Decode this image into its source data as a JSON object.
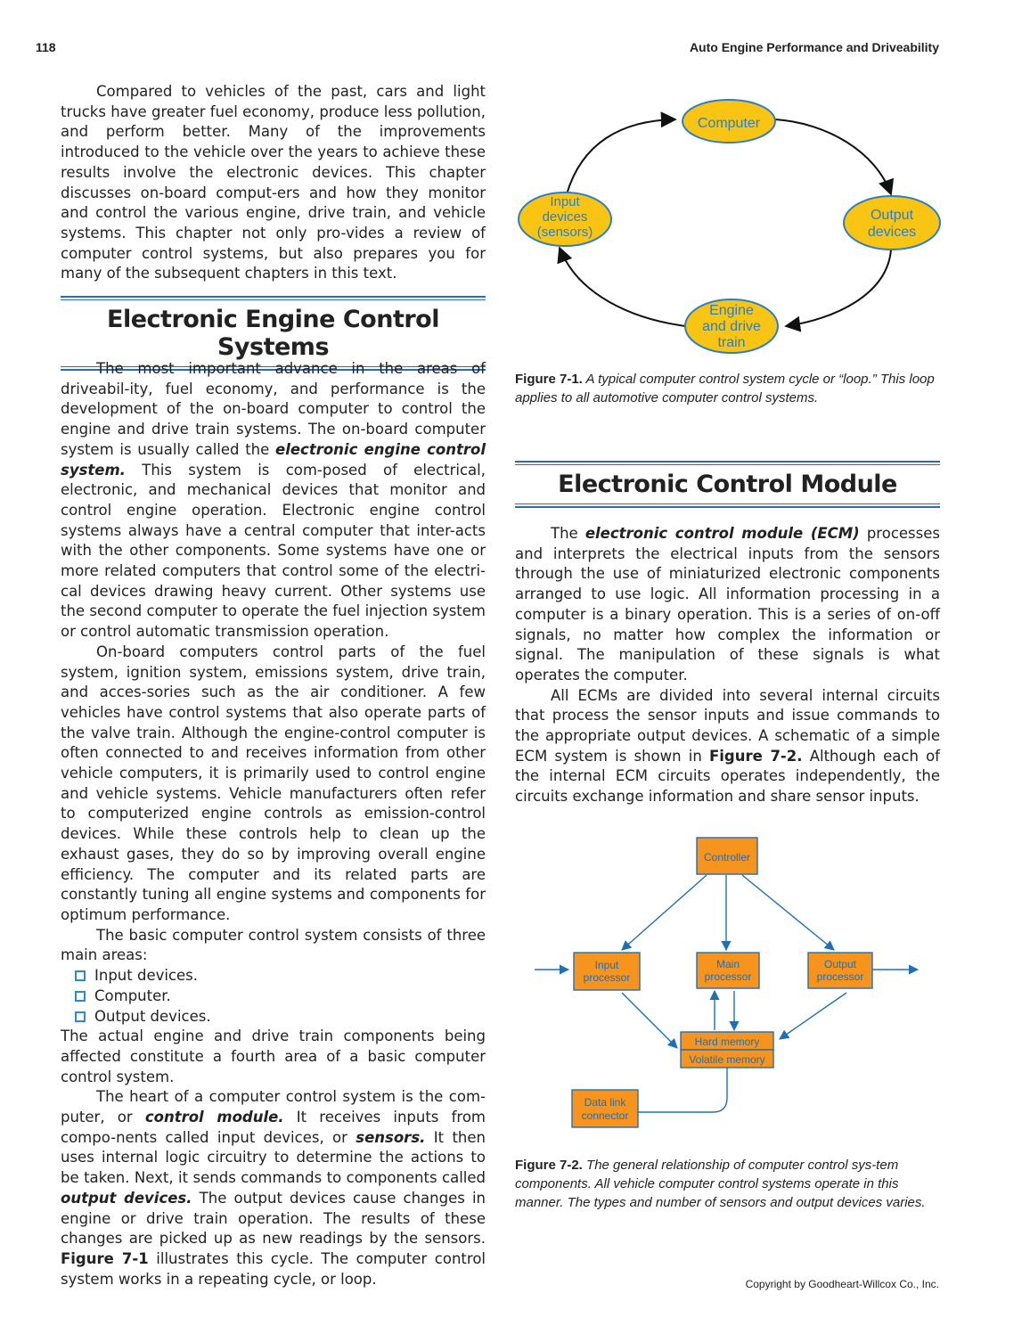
{
  "header": {
    "page_number": "118",
    "book_title": "Auto Engine Performance and Driveability"
  },
  "intro_paragraph": "Compared to vehicles of the past, cars and light trucks have greater fuel economy, produce less pollution, and perform better. Many of the improvements introduced to the vehicle over the years to achieve these results involve the electronic devices. This chapter discusses on-board comput-ers and how they monitor and control the various engine, drive train, and vehicle systems. This chapter not only pro-vides a review of computer control systems, but also prepares you for many of the subsequent chapters in this text.",
  "section1": {
    "title": "Electronic Engine Control Systems",
    "p1_a": "The most important advance in the areas of driveabil-ity, fuel economy, and performance is the development of the on-board computer to control the engine and drive train systems. The on-board computer system is usually called the ",
    "p1_term": "electronic engine control system.",
    "p1_b": " This system is com-posed of electrical, electronic, and mechanical devices that monitor and control engine operation. Electronic engine control systems always have a central computer that inter-acts with the other components. Some systems have one or more related computers that control some of the electri-cal devices drawing heavy current. Other systems use the second computer to operate the fuel injection system or control automatic transmission operation.",
    "p2": "On-board computers control parts of the fuel system, ignition system, emissions system, drive train, and acces-sories such as the air conditioner. A few vehicles have control systems that also operate parts of the valve train. Although the engine-control computer is often connected to and receives information from other vehicle computers, it is primarily used to control engine and vehicle systems. Vehicle manufacturers often refer to computerized engine controls as emission-control devices. While these controls help to clean up the exhaust gases, they do so by improving overall engine efficiency. The computer and its related parts are constantly tuning all engine systems and components for optimum performance.",
    "p3": "The basic computer control system consists of three main areas:",
    "bullets": [
      "Input devices.",
      "Computer.",
      "Output devices."
    ],
    "p4": "The actual engine and drive train components being affected constitute a fourth area of a basic computer control system.",
    "p5_a": "The heart of a computer control system is the com-puter, or ",
    "p5_t1": "control module.",
    "p5_b": " It receives inputs from compo-nents called input devices, or ",
    "p5_t2": "sensors.",
    "p5_c": " It then uses internal logic circuitry to determine the actions to be taken. Next, it sends commands to components called ",
    "p5_t3": "output devices.",
    "p5_d": " The output devices cause changes in engine or drive train operation. The results of these changes are picked up as new readings by the sensors. ",
    "p5_ref": "Figure 7-1",
    "p5_e": " illustrates this cycle. The computer control system works in a repeating cycle, or loop."
  },
  "figure1": {
    "nodes": {
      "computer": "Computer",
      "input_l1": "Input",
      "input_l2": "devices",
      "input_l3": "(sensors)",
      "output_l1": "Output",
      "output_l2": "devices",
      "engine_l1": "Engine",
      "engine_l2": "and drive",
      "engine_l3": "train"
    },
    "caption_label": "Figure 7-1.",
    "caption_text": " A typical computer control system cycle or “loop.” This loop applies to all automotive computer control systems.",
    "colors": {
      "fill": "#f9c512",
      "stroke": "#2a7fc8",
      "text": "#2a7fc8"
    }
  },
  "section2": {
    "title": "Electronic Control Module",
    "p1_a": "The ",
    "p1_term": "electronic control module (ECM)",
    "p1_b": " processes and interprets the electrical inputs from the sensors through the use of miniaturized electronic components arranged to use logic. All information processing in a computer is a binary operation. This is a series of on-off signals, no matter how complex the information or signal. The manipulation of these signals is what operates the computer.",
    "p2_a": "All ECMs are divided into several internal circuits that process the sensor inputs and issue commands to the appropriate output devices. A schematic of a simple ECM system is shown in ",
    "p2_ref": "Figure 7-2.",
    "p2_b": " Although each of the internal ECM circuits operates independently, the circuits exchange information and share sensor inputs."
  },
  "figure2": {
    "blocks": {
      "controller": "Controller",
      "input_l1": "Input",
      "input_l2": "processor",
      "main_l1": "Main",
      "main_l2": "processor",
      "output_l1": "Output",
      "output_l2": "processor",
      "hard_memory": "Hard memory",
      "volatile_memory": "Volatile memory",
      "dlc_l1": "Data link",
      "dlc_l2": "connector"
    },
    "caption_label": "Figure 7-2.",
    "caption_text": " The general relationship of computer control sys-tem components. All vehicle computer control systems operate in this manner. The types and number of sensors and output devices varies.",
    "colors": {
      "fill": "#f7941d",
      "stroke": "#1f6fb5",
      "text": "#1f6fb5"
    }
  },
  "footer": {
    "copyright": "Copyright by Goodheart-Willcox Co., Inc."
  }
}
